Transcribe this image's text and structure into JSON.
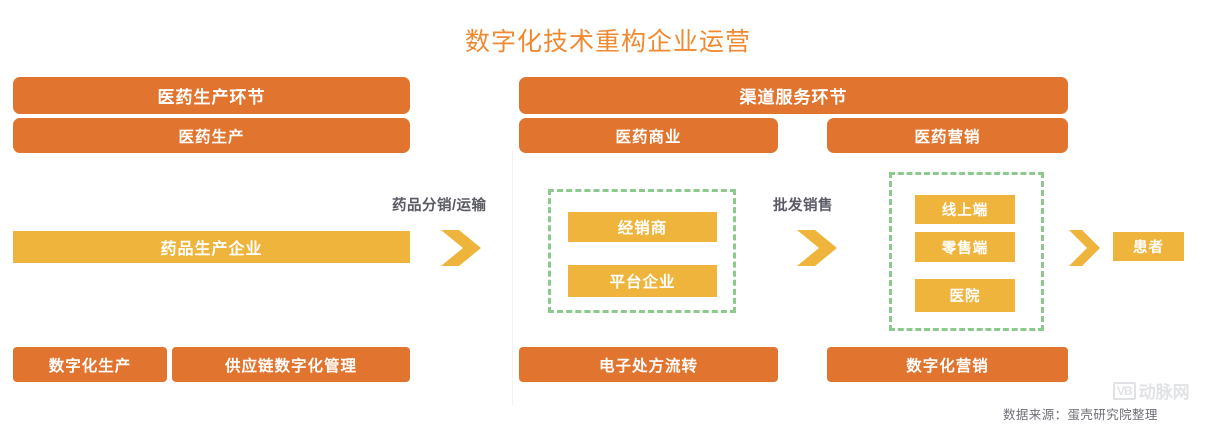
{
  "title": "数字化技术重构企业运营",
  "colors": {
    "title": "#F08A32",
    "orange_bar": "#E1742E",
    "yellow_bar": "#EFB43C",
    "green_dash": "#8CC98C",
    "label_text": "#5B5B66",
    "background": "#FFFFFF"
  },
  "sections": {
    "production": {
      "header": "医药生产环节",
      "subheader": "医药生产"
    },
    "channel": {
      "header": "渠道服务环节",
      "sub_left": "医药商业",
      "sub_right": "医药营销"
    }
  },
  "flow": {
    "origin": "药品生产企业",
    "step_label_1": "药品分销/运输",
    "group_1": [
      "经销商",
      "平台企业"
    ],
    "step_label_2": "批发销售",
    "group_2": [
      "线上端",
      "零售端",
      "医院"
    ],
    "terminal": "患者"
  },
  "digital_layer": {
    "production_items": [
      "数字化生产",
      "供应链数字化管理"
    ],
    "commerce_item": "电子处方流转",
    "marketing_item": "数字化营销"
  },
  "footer": {
    "source": "数据来源：蛋壳研究院整理",
    "watermark_badge": "VB",
    "watermark_text": "动脉网"
  }
}
